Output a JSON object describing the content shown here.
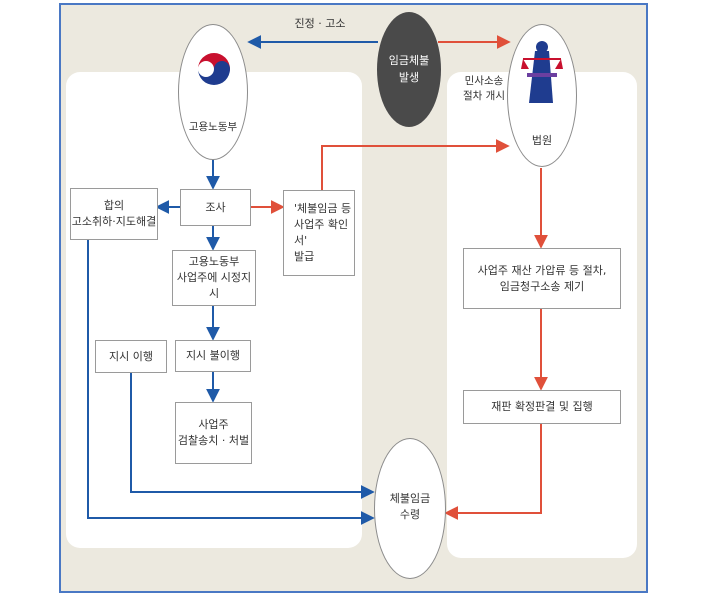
{
  "colors": {
    "blue_arrow": "#1f5aa8",
    "red_arrow": "#e0503a",
    "frame_border": "#4a78c4",
    "background": "#ece9df"
  },
  "top": {
    "left_label": "진정 · 고소",
    "center_label": "임금체불\n발생"
  },
  "ministry": {
    "name": "고용노동부",
    "logo": "taegeuk-logo-icon"
  },
  "court": {
    "name": "법원",
    "logo": "justice-statue-icon",
    "side_label": "민사소송\n절차 개시"
  },
  "boxes": {
    "settlement": "합의\n고소취하·지도해결",
    "investigation": "조사",
    "certificate": "'체불임금 등\n사업주 확인서'\n발급",
    "order": "고용노동부\n사업주에 시정지시",
    "order_complied": "지시 이행",
    "order_not_complied": "지시 불이행",
    "prosecution": "사업주\n검찰송치 · 처벌",
    "seizure": "사업주 재산 가압류 등 절차,\n임금청구소송 제기",
    "judgment": "재판 확정판결 및 집행"
  },
  "result": {
    "label": "체불임금\n수령"
  }
}
